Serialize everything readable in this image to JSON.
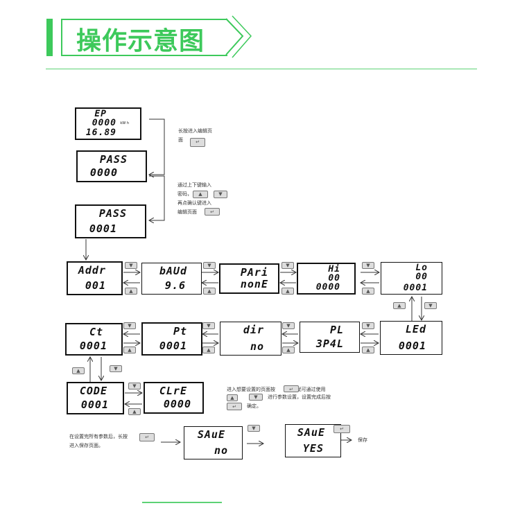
{
  "header": {
    "title": "操作示意图"
  },
  "colors": {
    "accent": "#3dc95b"
  },
  "displays": {
    "ep": {
      "l1": "EP",
      "l2": "0000",
      "l3": "16.89",
      "unit": "kW h"
    },
    "pass0": {
      "l1": "PASS",
      "l2": "0000"
    },
    "pass1": {
      "l1": "PASS",
      "l2": "0001"
    },
    "addr": {
      "l1": "Addr",
      "l2": "001"
    },
    "baud": {
      "l1": "bAUd",
      "l2": "9.6"
    },
    "pari": {
      "l1": "PAri",
      "l2": "nonE"
    },
    "hi": {
      "l1": "Hi",
      "l2": "00",
      "l3": "0000"
    },
    "lo": {
      "l1": "Lo",
      "l2": "00",
      "l3": "0001"
    },
    "ct": {
      "l1": "Ct",
      "l2": "0001"
    },
    "pt": {
      "l1": "Pt",
      "l2": "0001"
    },
    "dir": {
      "l1": "dir",
      "l2": "no"
    },
    "pl": {
      "l1": "PL",
      "l2": "3P4L"
    },
    "led": {
      "l1": "LEd",
      "l2": "0001"
    },
    "code": {
      "l1": "CODE",
      "l2": "0001"
    },
    "clre": {
      "l1": "CLrE",
      "l2": "0000"
    },
    "save_no": {
      "l1": "SAuE",
      "l2": "no"
    },
    "save_yes": {
      "l1": "SAuE",
      "l2": "YES"
    }
  },
  "notes": {
    "long_press_1": "长按进入编辑页",
    "long_press_2": "面",
    "password_1": "通过上下键输入",
    "password_2": "密码，",
    "password_3": "再点确认键进入",
    "password_4": "编辑页面",
    "setting_1a": "进入想要设置的页面按",
    "setting_1b": "就可通过使用",
    "setting_2": "进行参数设置，设置完成后按",
    "setting_3": "确定。",
    "save_1": "在设置完所有参数后，长按",
    "save_2": "进入保存页面。",
    "saved": "保存"
  }
}
